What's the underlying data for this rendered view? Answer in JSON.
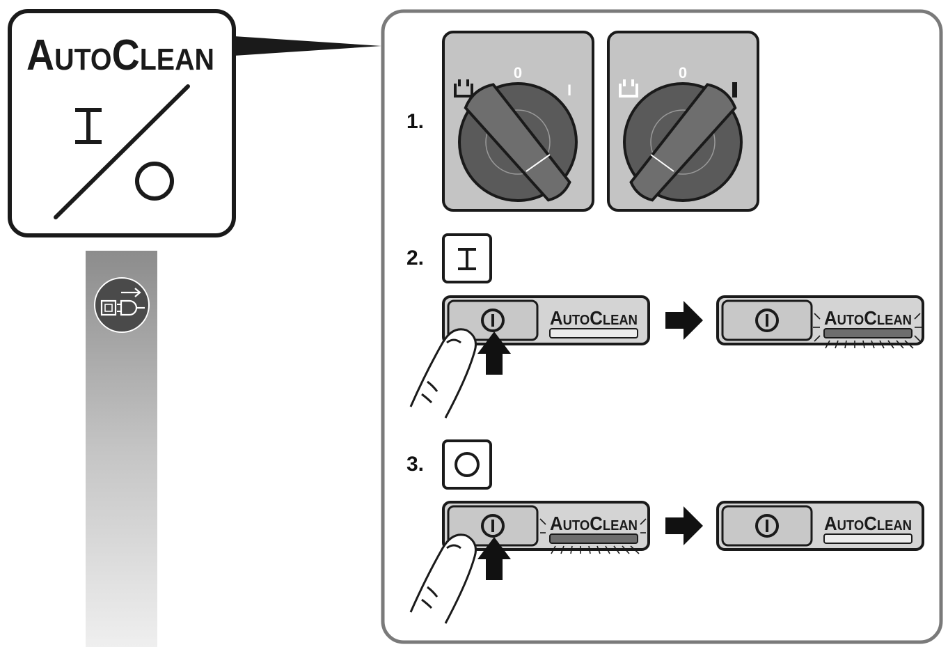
{
  "callout": {
    "brand_big": "A",
    "brand_small_1": "UTO",
    "brand_big_2": "C",
    "brand_small_2": "LEAN",
    "on_symbol": "I",
    "off_symbol": "O"
  },
  "sidebar": {
    "icon": "disconnect-plug-icon"
  },
  "steps": [
    {
      "number": "1.",
      "dial_zero": "0",
      "dial_one": "I"
    },
    {
      "number": "2.",
      "symbol": "I"
    },
    {
      "number": "3.",
      "symbol": "O"
    }
  ],
  "panel": {
    "brand_big": "A",
    "brand_small_1": "UTO",
    "brand_big_2": "C",
    "brand_small_2": "LEAN"
  },
  "colors": {
    "outline": "#1a1a1a",
    "panel_border": "#7a7a7a",
    "grey_fill": "#cfcfcf",
    "dark_fill": "#6e6e6e"
  }
}
